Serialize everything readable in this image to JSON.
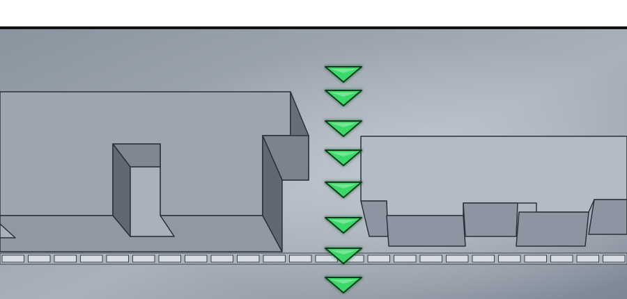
{
  "scene": {
    "kind": "side-view level",
    "colors": {
      "page_background": "#ffffff",
      "frame_border": "#111111",
      "backdrop_light": "#b4bcc6",
      "backdrop_dark": "#7d8794",
      "block_top": "#b9c1ca",
      "block_face": "#8c95a1",
      "block_side": "#5f6873",
      "block_outline": "#2b3138",
      "rail_fill": "#d6dce2",
      "rail_outline": "#3a4048",
      "arrow_fill": "#3ad86a",
      "arrow_glow": "#9bf2b0",
      "arrow_outline": "#0e3b1c"
    },
    "arrow_column": {
      "icon": "down-triangle",
      "count": 8,
      "direction": "down"
    },
    "rail": {
      "segment_count": 24
    }
  }
}
